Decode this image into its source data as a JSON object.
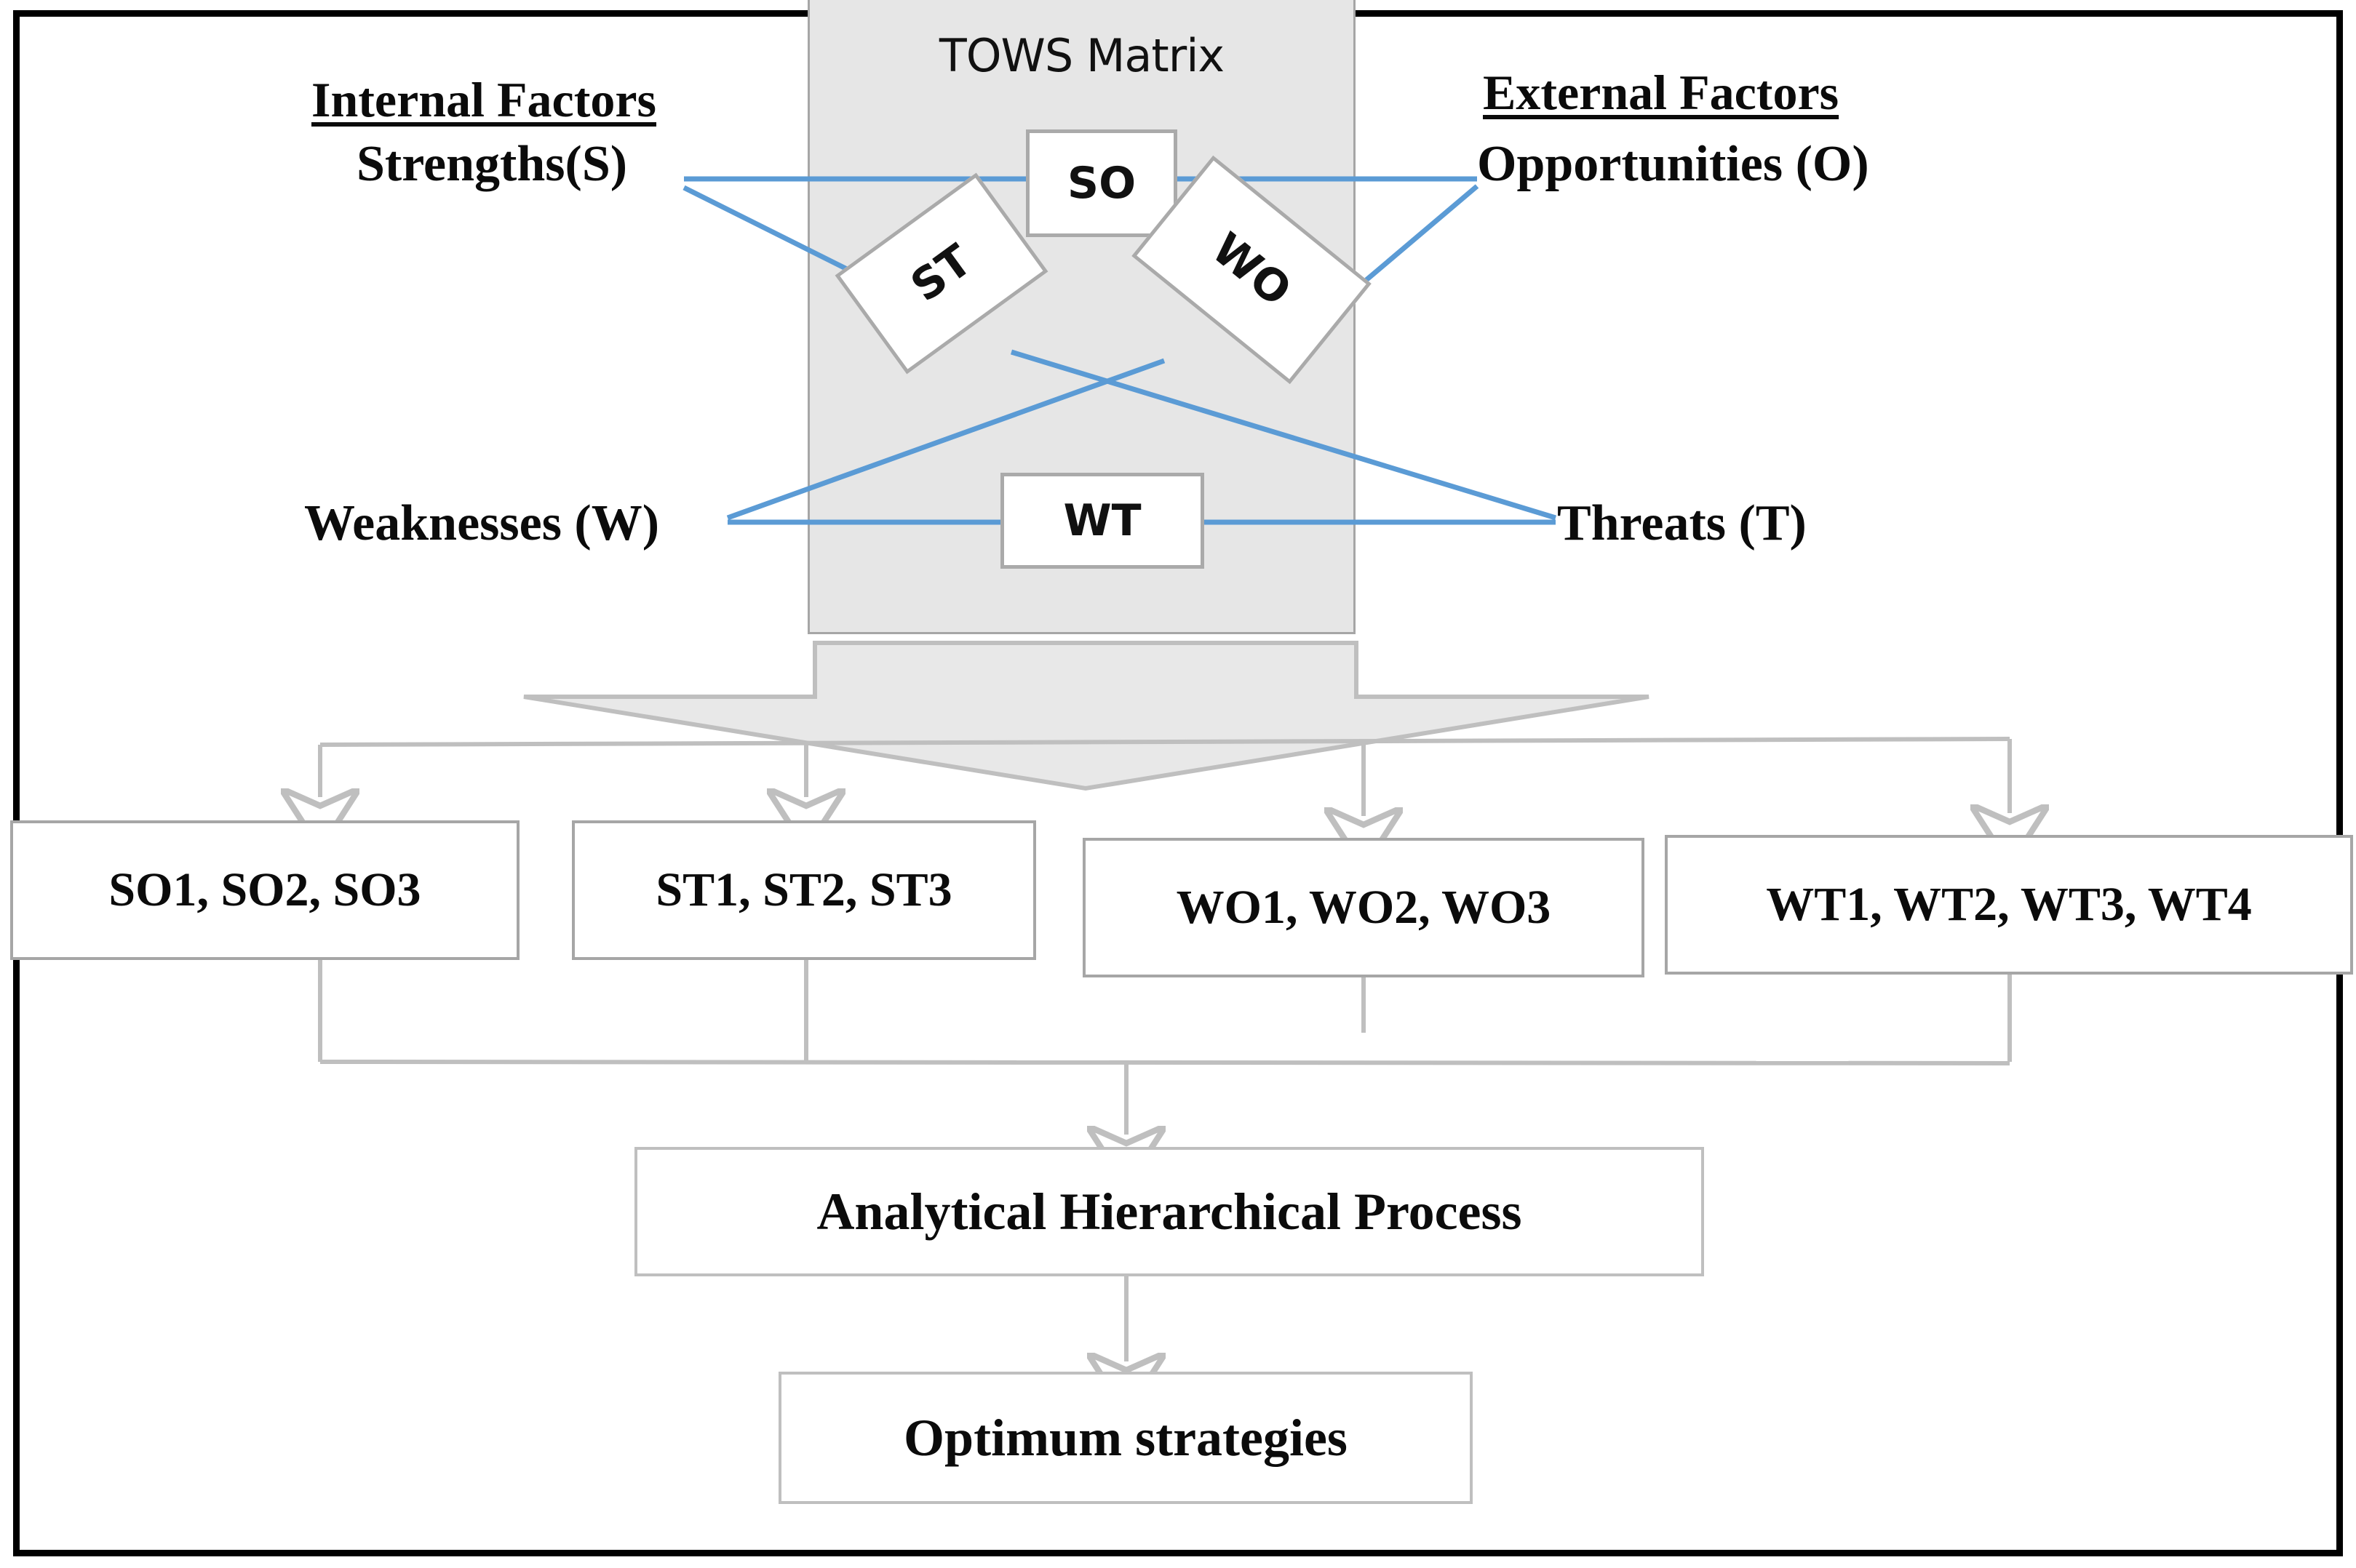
{
  "diagram": {
    "title": "TOWS Matrix",
    "type": "flowchart",
    "accent_line_color": "#5B9BD5",
    "panel_fill_color": "#E6E6E6",
    "shape_border_color": "#A6A6A6",
    "frame_color": "#000000"
  },
  "factors": {
    "internal": {
      "heading": "Internal Factors",
      "strengths": "Strengths(S)",
      "weaknesses": "Weaknesses (W)"
    },
    "external": {
      "heading": "External Factors",
      "opportunities": "Opportunities (O)",
      "threats": "Threats (T)"
    }
  },
  "matrix": {
    "cells": [
      {
        "id": "so",
        "label": "SO"
      },
      {
        "id": "st",
        "label": "ST"
      },
      {
        "id": "wo",
        "label": "WO"
      },
      {
        "id": "wt",
        "label": "WT"
      }
    ]
  },
  "strategies": [
    {
      "id": "so",
      "label": "SO1, SO2, SO3"
    },
    {
      "id": "st",
      "label": "ST1, ST2, ST3"
    },
    {
      "id": "wo",
      "label": "WO1, WO2, WO3"
    },
    {
      "id": "wt",
      "label": "WT1, WT2, WT3, WT4"
    }
  ],
  "process": {
    "ahp": "Analytical Hierarchical Process",
    "optimum": "Optimum strategies"
  }
}
